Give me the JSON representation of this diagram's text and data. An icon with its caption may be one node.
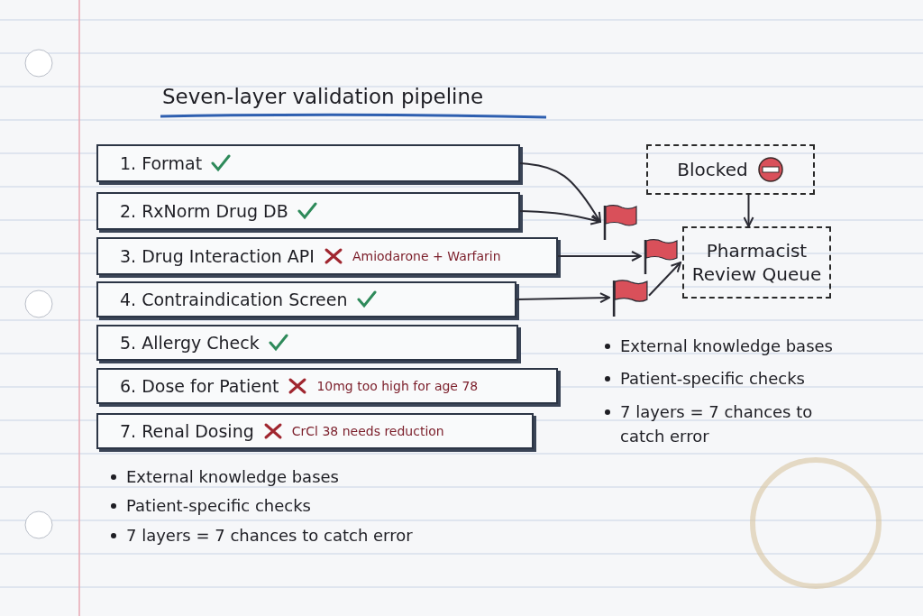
{
  "diagram": {
    "title": "Seven-layer validation pipeline",
    "nodes": [
      {
        "text": [
          "1. Format"
        ]
      },
      {
        "text": [
          "2. RxNorm Drug DB"
        ]
      },
      {
        "text": [
          "3. Drug Interaction API",
          "Amiodarone + Warfarin"
        ]
      },
      {
        "text": [
          "4. Contraindication Screen"
        ]
      },
      {
        "text": [
          "5. Allergy Check"
        ]
      },
      {
        "text": [
          "6. Dose for Patient",
          "10mg too high for age 78"
        ]
      },
      {
        "text": [
          "7. Renal Dosing",
          "CrCl 38 needs reduction"
        ]
      },
      {
        "text": [
          "Blocked"
        ]
      },
      {
        "text": [
          "Pharmacist Review Queue"
        ]
      },
      {
        "text": [],
        "shape": "flag"
      },
      {
        "text": [],
        "shape": "flag"
      },
      {
        "text": [],
        "shape": "flag"
      }
    ],
    "edges": [
      {
        "from": 0,
        "to": 9,
        "arrow": "to"
      },
      {
        "from": 1,
        "to": 9,
        "arrow": "to"
      },
      {
        "from": 2,
        "to": 10,
        "arrow": "to"
      },
      {
        "from": 3,
        "to": 11,
        "arrow": "to"
      },
      {
        "from": 11,
        "to": 8,
        "arrow": "to"
      },
      {
        "from": 7,
        "to": 8,
        "arrow": "to"
      }
    ],
    "labels": [
      "External knowledge bases",
      "Patient-specific checks",
      "7 layers = 7 chances to catch error",
      "External knowledge bases",
      "Patient-specific checks",
      "7 layers = 7 chances to catch error"
    ]
  }
}
